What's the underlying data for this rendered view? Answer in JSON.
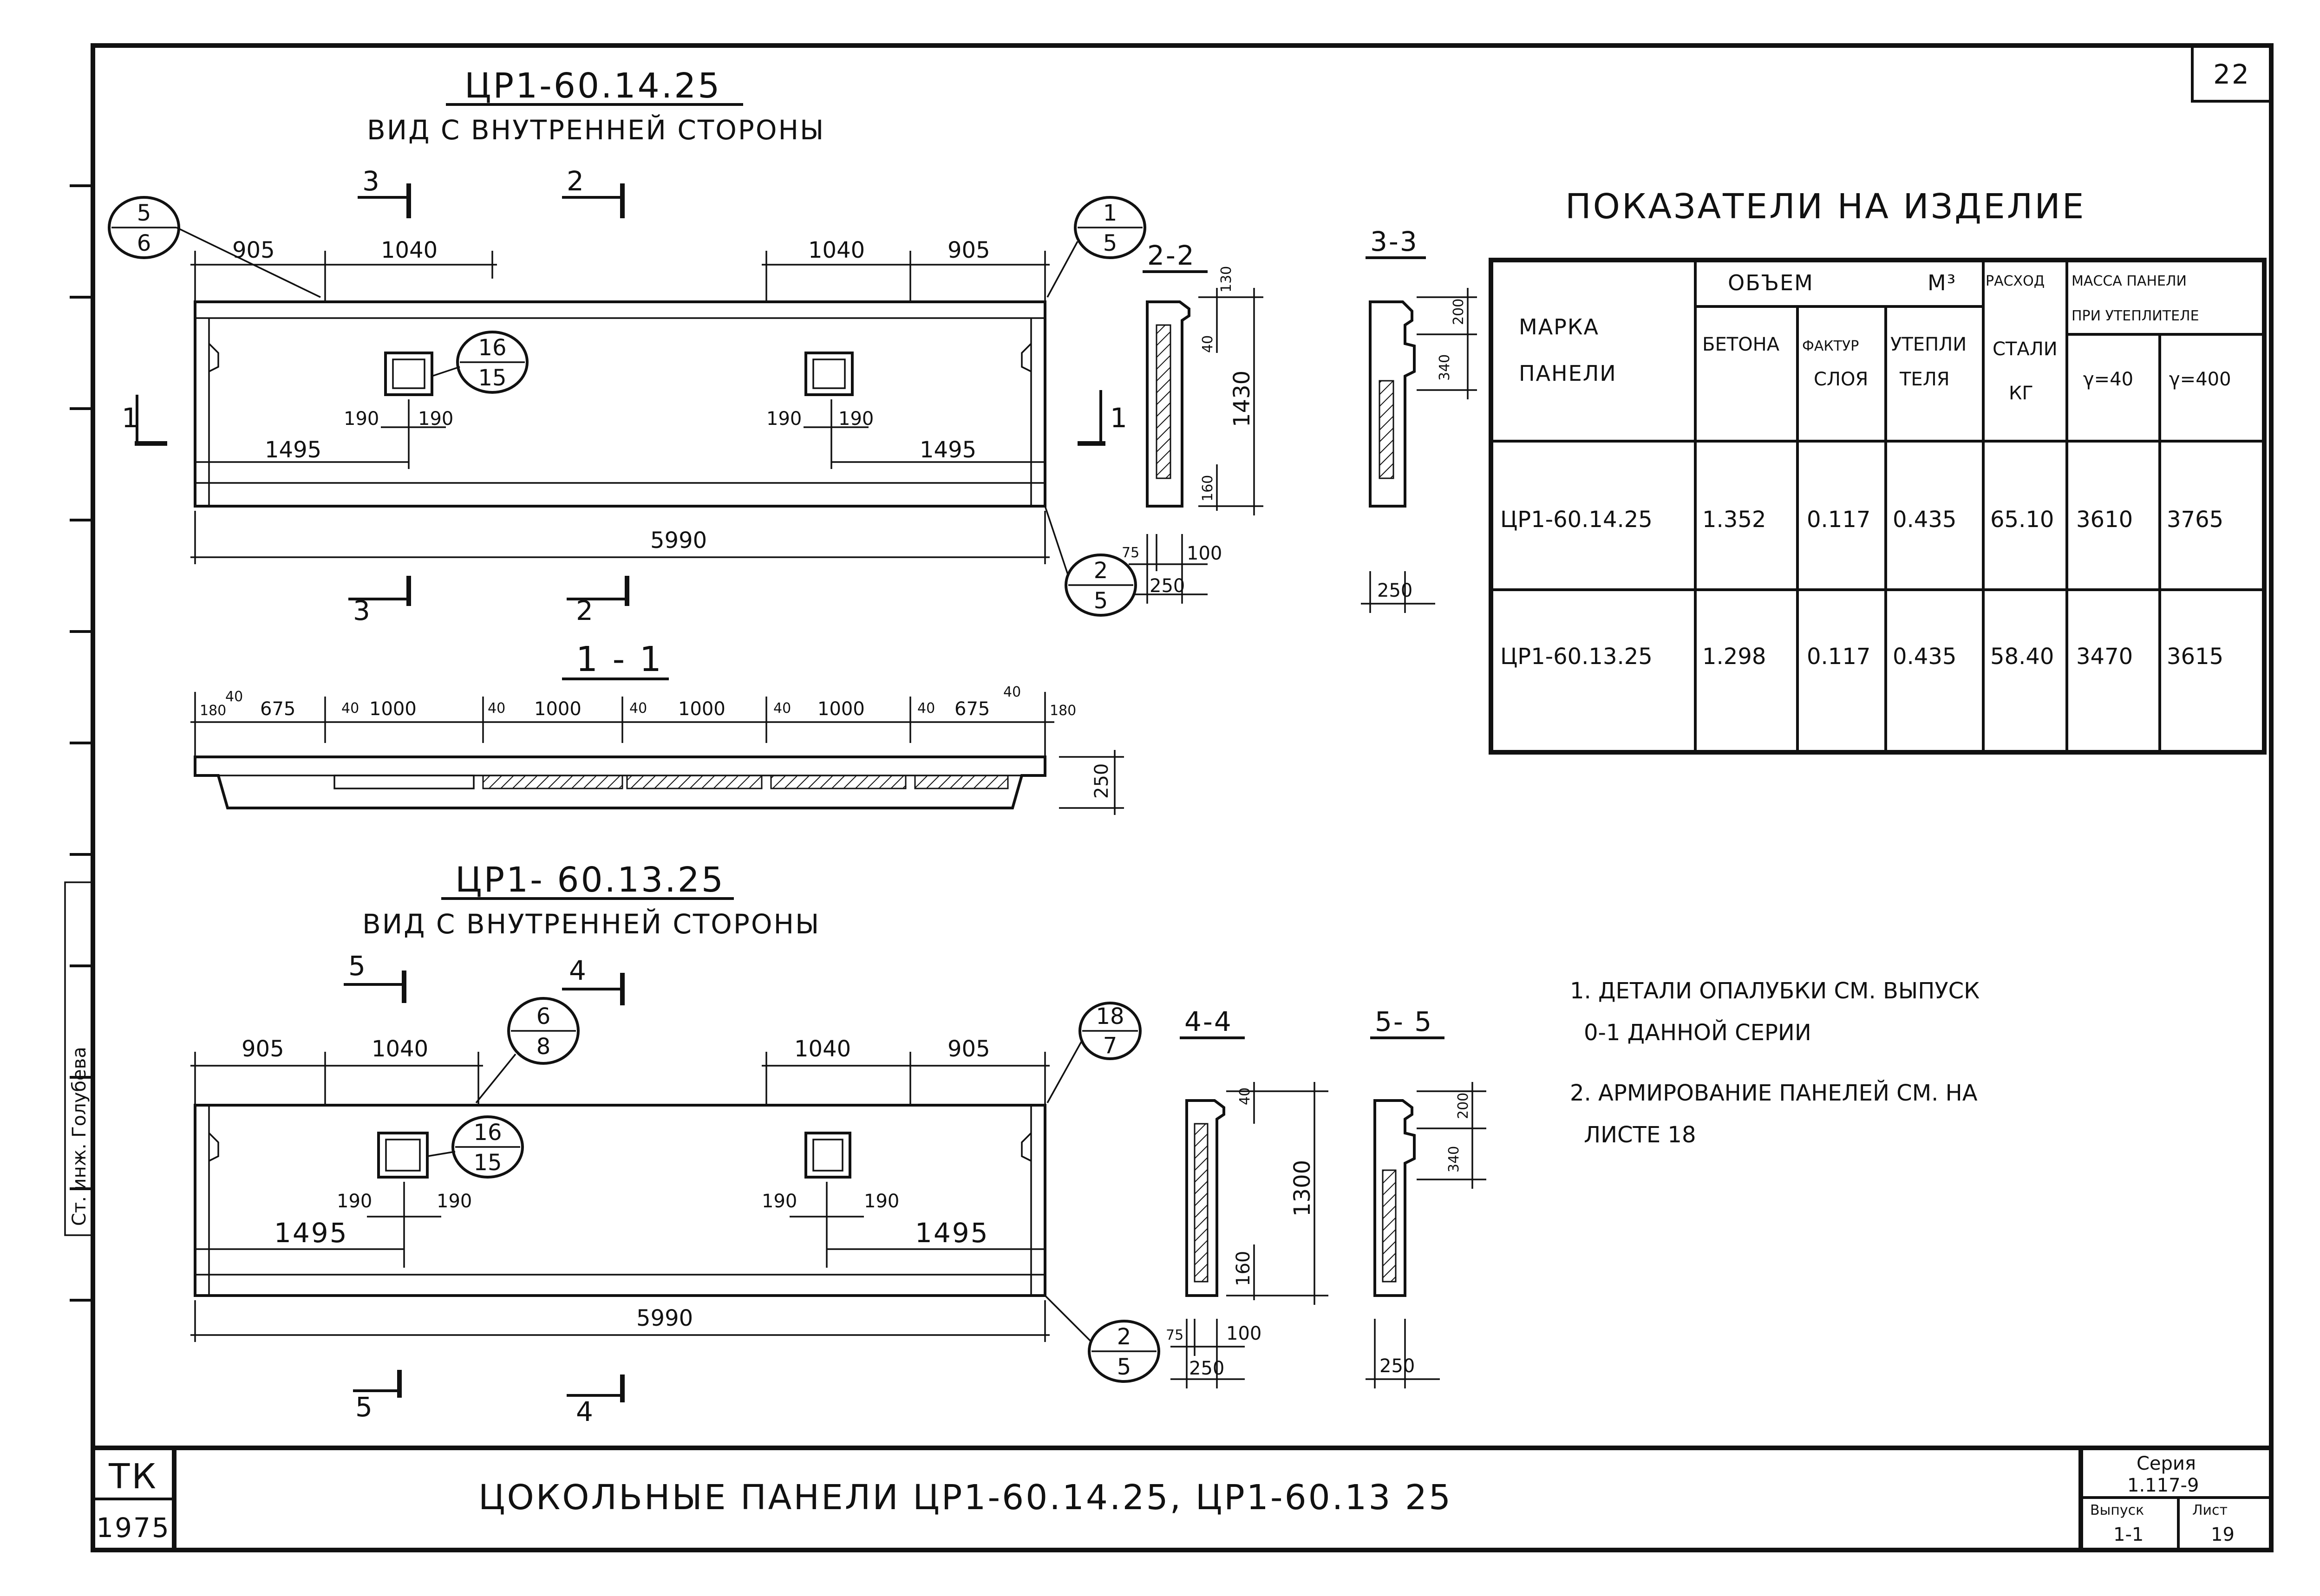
{
  "sheet": {
    "page_number": "22",
    "org_code": "ТК",
    "year": "1975",
    "title": "ЦОКОЛЬНЫЕ ПАНЕЛИ ЦР1-60.14.25, ЦР1-60.13 25",
    "series_label": "Серия",
    "series_value": "1.117-9",
    "issue_label": "Выпуск",
    "issue_value": "1-1",
    "list_label": "Лист",
    "list_value": "19",
    "side_stamp": "Ст. инж. Голубева"
  },
  "panel_top": {
    "mark": "ЦР1-60.14.25",
    "view_label": "ВИД С ВНУТРЕННЕЙ СТОРОНЫ",
    "dims_top": [
      "905",
      "1040",
      "1040",
      "905"
    ],
    "overall_length": "5990",
    "window_offsets": [
      "1495",
      "1495"
    ],
    "window_half": [
      "190",
      "190",
      "190",
      "190"
    ],
    "callout_left": [
      "5",
      "6"
    ],
    "callout_right": [
      "1",
      "5"
    ],
    "callout_window": [
      "16",
      "15"
    ],
    "callout_bottom": [
      "2",
      "5"
    ],
    "section_marks": [
      "3",
      "2",
      "1",
      "1",
      "3",
      "2"
    ]
  },
  "section_1_1": {
    "title": "1 - 1",
    "dims": [
      "180",
      "40",
      "675",
      "40",
      "1000",
      "40",
      "1000",
      "40",
      "1000",
      "40",
      "1000",
      "40",
      "675",
      "40",
      "180"
    ],
    "height": "250"
  },
  "section_2_2": {
    "title": "2-2",
    "dims": [
      "130",
      "40",
      "1430",
      "160",
      "75",
      "100",
      "250"
    ]
  },
  "section_3_3": {
    "title": "3-3",
    "dims": [
      "200",
      "340",
      "250"
    ]
  },
  "panel_bottom": {
    "mark": "ЦР1- 60.13.25",
    "view_label": "ВИД С ВНУТРЕННЕЙ СТОРОНЫ",
    "dims_top": [
      "905",
      "1040",
      "1040",
      "905"
    ],
    "overall_length": "5990",
    "window_offsets": [
      "1495",
      "1495"
    ],
    "window_half": [
      "190",
      "190",
      "190",
      "190"
    ],
    "callout_top": [
      "6",
      "8"
    ],
    "callout_right": [
      "18",
      "7"
    ],
    "callout_window": [
      "16",
      "15"
    ],
    "callout_bottom": [
      "2",
      "5"
    ],
    "section_marks": [
      "5",
      "4",
      "5",
      "4"
    ]
  },
  "section_4_4": {
    "title": "4-4",
    "dims": [
      "40",
      "1300",
      "160",
      "75",
      "100",
      "250"
    ]
  },
  "section_5_5": {
    "title": "5- 5",
    "dims": [
      "200",
      "340",
      "250"
    ]
  },
  "indicators": {
    "title": "ПОКАЗАТЕЛИ НА ИЗДЕЛИЕ",
    "headers": {
      "mark_line1": "МАРКА",
      "mark_line2": "ПАНЕЛИ",
      "volume": "ОБЪЕМ",
      "volume_unit": "М³",
      "concrete": "БЕТОНА",
      "facture_line1": "ФАКТУР",
      "facture_line2": "СЛОЯ",
      "insul_line1": "УТЕПЛИ",
      "insul_line2": "ТЕЛЯ",
      "steel_line1": "РАСХОД",
      "steel_line2": "СТАЛИ",
      "steel_unit": "КГ",
      "mass_line1": "МАССА ПАНЕЛИ",
      "mass_line2": "ПРИ УТЕПЛИТЕЛЕ",
      "gamma40": "γ=40",
      "gamma400": "γ=400"
    },
    "rows": [
      {
        "mark": "ЦР1-60.14.25",
        "concrete": "1.352",
        "facture": "0.117",
        "insulation": "0.435",
        "steel": "65.10",
        "mass40": "3610",
        "mass400": "3765"
      },
      {
        "mark": "ЦР1-60.13.25",
        "concrete": "1.298",
        "facture": "0.117",
        "insulation": "0.435",
        "steel": "58.40",
        "mass40": "3470",
        "mass400": "3615"
      }
    ]
  },
  "notes": [
    {
      "line1": "1. ДЕТАЛИ ОПАЛУБКИ СМ. ВЫПУСК",
      "line2": "0-1 ДАННОЙ СЕРИИ"
    },
    {
      "line1": "2. АРМИРОВАНИЕ ПАНЕЛЕЙ СМ. НА",
      "line2": "ЛИСТЕ 18"
    }
  ]
}
